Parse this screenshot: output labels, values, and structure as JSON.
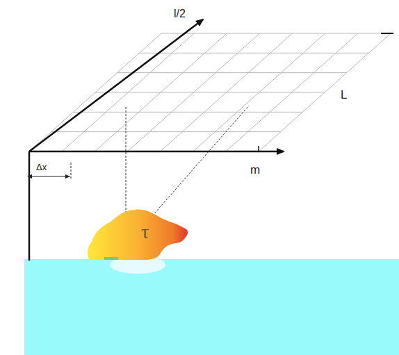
{
  "diagram": {
    "nodes": [
      {
        "text": [
          "τ"
        ]
      }
    ],
    "edges": [],
    "labels": [
      "l/2",
      "L",
      "m",
      "Δx"
    ]
  }
}
